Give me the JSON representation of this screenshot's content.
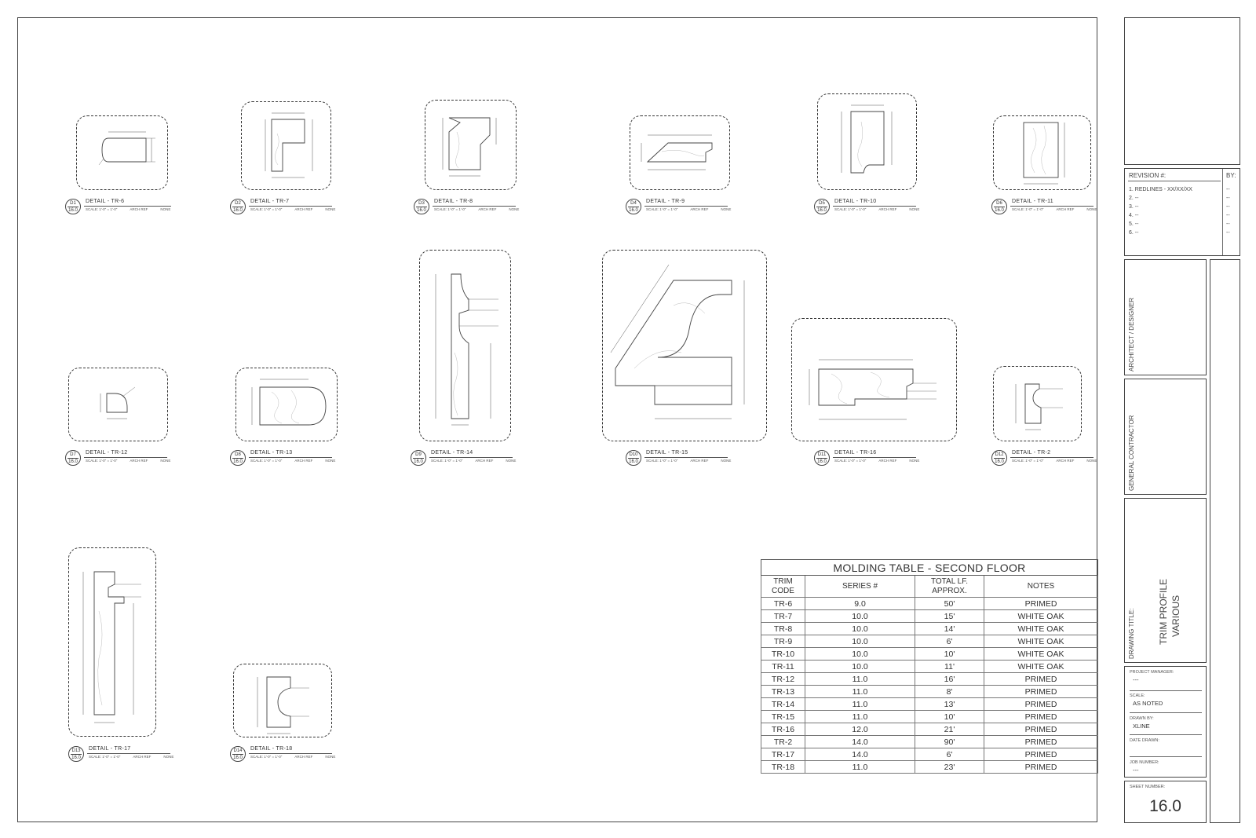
{
  "details": [
    {
      "num": "D1",
      "sheet": "16.0",
      "title": "DETAIL - TR-6",
      "scale": "SCALE: 1'-0\" = 1'-0\"",
      "arch": "ARCH REF",
      "ref": "NONE"
    },
    {
      "num": "D2",
      "sheet": "16.0",
      "title": "DETAIL - TR-7",
      "scale": "SCALE: 1'-0\" = 1'-0\"",
      "arch": "ARCH REF",
      "ref": "NONE"
    },
    {
      "num": "D3",
      "sheet": "16.0",
      "title": "DETAIL - TR-8",
      "scale": "SCALE: 1'-0\" = 1'-0\"",
      "arch": "ARCH REF",
      "ref": "NONE"
    },
    {
      "num": "D4",
      "sheet": "16.0",
      "title": "DETAIL - TR-9",
      "scale": "SCALE: 1'-0\" = 1'-0\"",
      "arch": "ARCH REF",
      "ref": "NONE"
    },
    {
      "num": "D5",
      "sheet": "16.0",
      "title": "DETAIL - TR-10",
      "scale": "SCALE: 1'-0\" = 1'-0\"",
      "arch": "ARCH REF",
      "ref": "NONE"
    },
    {
      "num": "D6",
      "sheet": "16.0",
      "title": "DETAIL - TR-11",
      "scale": "SCALE: 1'-0\" = 1'-0\"",
      "arch": "ARCH REF",
      "ref": "NONE"
    },
    {
      "num": "D7",
      "sheet": "16.0",
      "title": "DETAIL - TR-12",
      "scale": "SCALE: 1'-0\" = 1'-0\"",
      "arch": "ARCH REF",
      "ref": "NONE"
    },
    {
      "num": "D8",
      "sheet": "16.0",
      "title": "DETAIL - TR-13",
      "scale": "SCALE: 1'-0\" = 1'-0\"",
      "arch": "ARCH REF",
      "ref": "NONE"
    },
    {
      "num": "D9",
      "sheet": "16.0",
      "title": "DETAIL - TR-14",
      "scale": "SCALE: 1'-0\" = 1'-0\"",
      "arch": "ARCH REF",
      "ref": "NONE"
    },
    {
      "num": "D10",
      "sheet": "16.0",
      "title": "DETAIL - TR-15",
      "scale": "SCALE: 1'-0\" = 1'-0\"",
      "arch": "ARCH REF",
      "ref": "NONE"
    },
    {
      "num": "D11",
      "sheet": "16.0",
      "title": "DETAIL - TR-16",
      "scale": "SCALE: 1'-0\" = 1'-0\"",
      "arch": "ARCH REF",
      "ref": "NONE"
    },
    {
      "num": "D12",
      "sheet": "16.0",
      "title": "DETAIL - TR-2",
      "scale": "SCALE: 1'-0\" = 1'-0\"",
      "arch": "ARCH REF",
      "ref": "NONE"
    },
    {
      "num": "D13",
      "sheet": "16.0",
      "title": "DETAIL - TR-17",
      "scale": "SCALE: 1'-0\" = 1'-0\"",
      "arch": "ARCH REF",
      "ref": "NONE"
    },
    {
      "num": "D14",
      "sheet": "16.0",
      "title": "DETAIL - TR-18",
      "scale": "SCALE: 1'-0\" = 1'-0\"",
      "arch": "ARCH REF",
      "ref": "NONE"
    }
  ],
  "molding_table": {
    "title": "MOLDING TABLE - SECOND FLOOR",
    "headers": [
      "TRIM CODE",
      "SERIES #",
      "TOTAL LF. APPROX.",
      "NOTES"
    ],
    "rows": [
      [
        "TR-6",
        "9.0",
        "50'",
        "PRIMED"
      ],
      [
        "TR-7",
        "10.0",
        "15'",
        "WHITE OAK"
      ],
      [
        "TR-8",
        "10.0",
        "14'",
        "WHITE OAK"
      ],
      [
        "TR-9",
        "10.0",
        "6'",
        "WHITE OAK"
      ],
      [
        "TR-10",
        "10.0",
        "10'",
        "WHITE OAK"
      ],
      [
        "TR-11",
        "10.0",
        "11'",
        "WHITE OAK"
      ],
      [
        "TR-12",
        "11.0",
        "16'",
        "PRIMED"
      ],
      [
        "TR-13",
        "11.0",
        "8'",
        "PRIMED"
      ],
      [
        "TR-14",
        "11.0",
        "13'",
        "PRIMED"
      ],
      [
        "TR-15",
        "11.0",
        "10'",
        "PRIMED"
      ],
      [
        "TR-16",
        "12.0",
        "21'",
        "PRIMED"
      ],
      [
        "TR-2",
        "14.0",
        "90'",
        "PRIMED"
      ],
      [
        "TR-17",
        "14.0",
        "6'",
        "PRIMED"
      ],
      [
        "TR-18",
        "11.0",
        "23'",
        "PRIMED"
      ]
    ]
  },
  "title_block": {
    "revision_label": "REVISION #:",
    "by_label": "BY:",
    "revisions": [
      "1.  REDLINES - XX/XX/XX",
      "2.  --",
      "3.  --",
      "4.  --",
      "5.  --",
      "6.  --"
    ],
    "revision_by": [
      "--",
      "--",
      "--",
      "--",
      "--",
      "--"
    ],
    "architect_label": "ARCHITECT / DESIGNER",
    "contractor_label": "GENERAL CONTRACTOR",
    "drawing_title_label": "DRAWING TITLE:",
    "drawing_title_line1": "TRIM PROFILE",
    "drawing_title_line2": "VARIOUS",
    "project_manager_label": "PROJECT MANAGER:",
    "project_manager_value": "---",
    "scale_label": "SCALE:",
    "scale_value": "AS NOTED",
    "drawn_by_label": "DRAWN BY:",
    "drawn_by_value": "XLINE",
    "date_drawn_label": "DATE DRAWN:",
    "date_drawn_value": "",
    "job_number_label": "JOB NUMBER:",
    "job_number_value": "---",
    "sheet_number_label": "SHEET NUMBER:",
    "sheet_number_value": "16.0"
  }
}
